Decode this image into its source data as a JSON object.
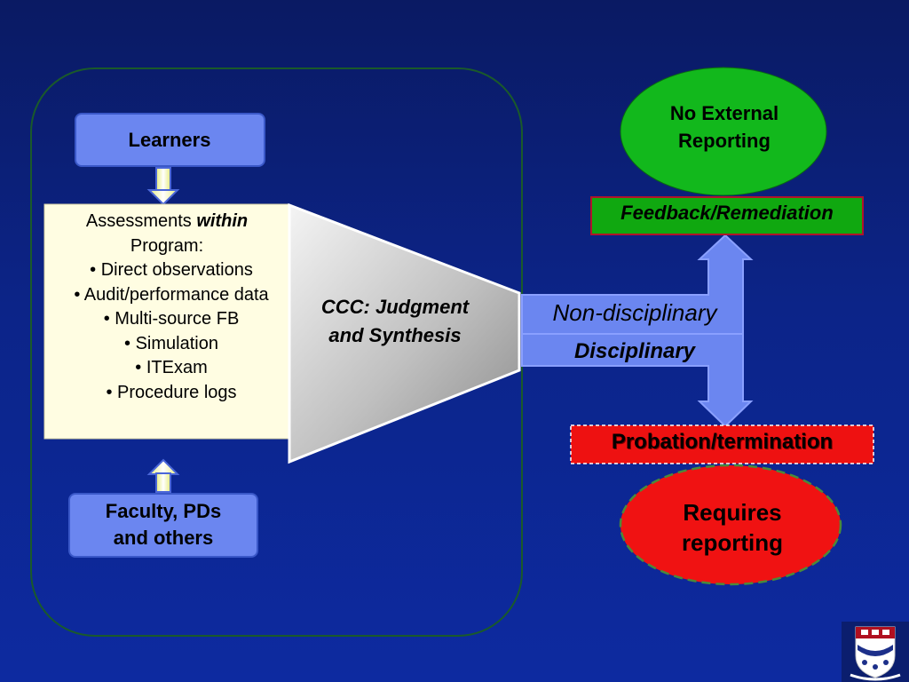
{
  "learners": {
    "label": "Learners"
  },
  "faculty": {
    "line1": "Faculty, PDs",
    "line2": "and others"
  },
  "assessments": {
    "heading_prefix": "Assessments ",
    "heading_emphasis": "within",
    "heading_suffix": "Program:",
    "items": [
      "Direct observations",
      "Audit/performance data",
      "Multi-source FB",
      "Simulation",
      "ITExam",
      "Procedure logs"
    ]
  },
  "ccc": {
    "line1": "CCC: Judgment",
    "line2": "and Synthesis"
  },
  "paths": {
    "non_disciplinary": "Non-disciplinary",
    "disciplinary": "Disciplinary"
  },
  "outcomes": {
    "feedback": "Feedback/Remediation",
    "probation": "Probation/termination",
    "no_external_line1": "No External",
    "no_external_line2": "Reporting",
    "requires_line1": "Requires",
    "requires_line2": "reporting"
  },
  "colors": {
    "box_blue": "#6b86f0",
    "assessment_bg": "#fffde2",
    "feedback_green": "#10a810",
    "probation_red": "#ee1111",
    "ellipse_green": "#12b81c",
    "ellipse_red": "#f01212"
  }
}
